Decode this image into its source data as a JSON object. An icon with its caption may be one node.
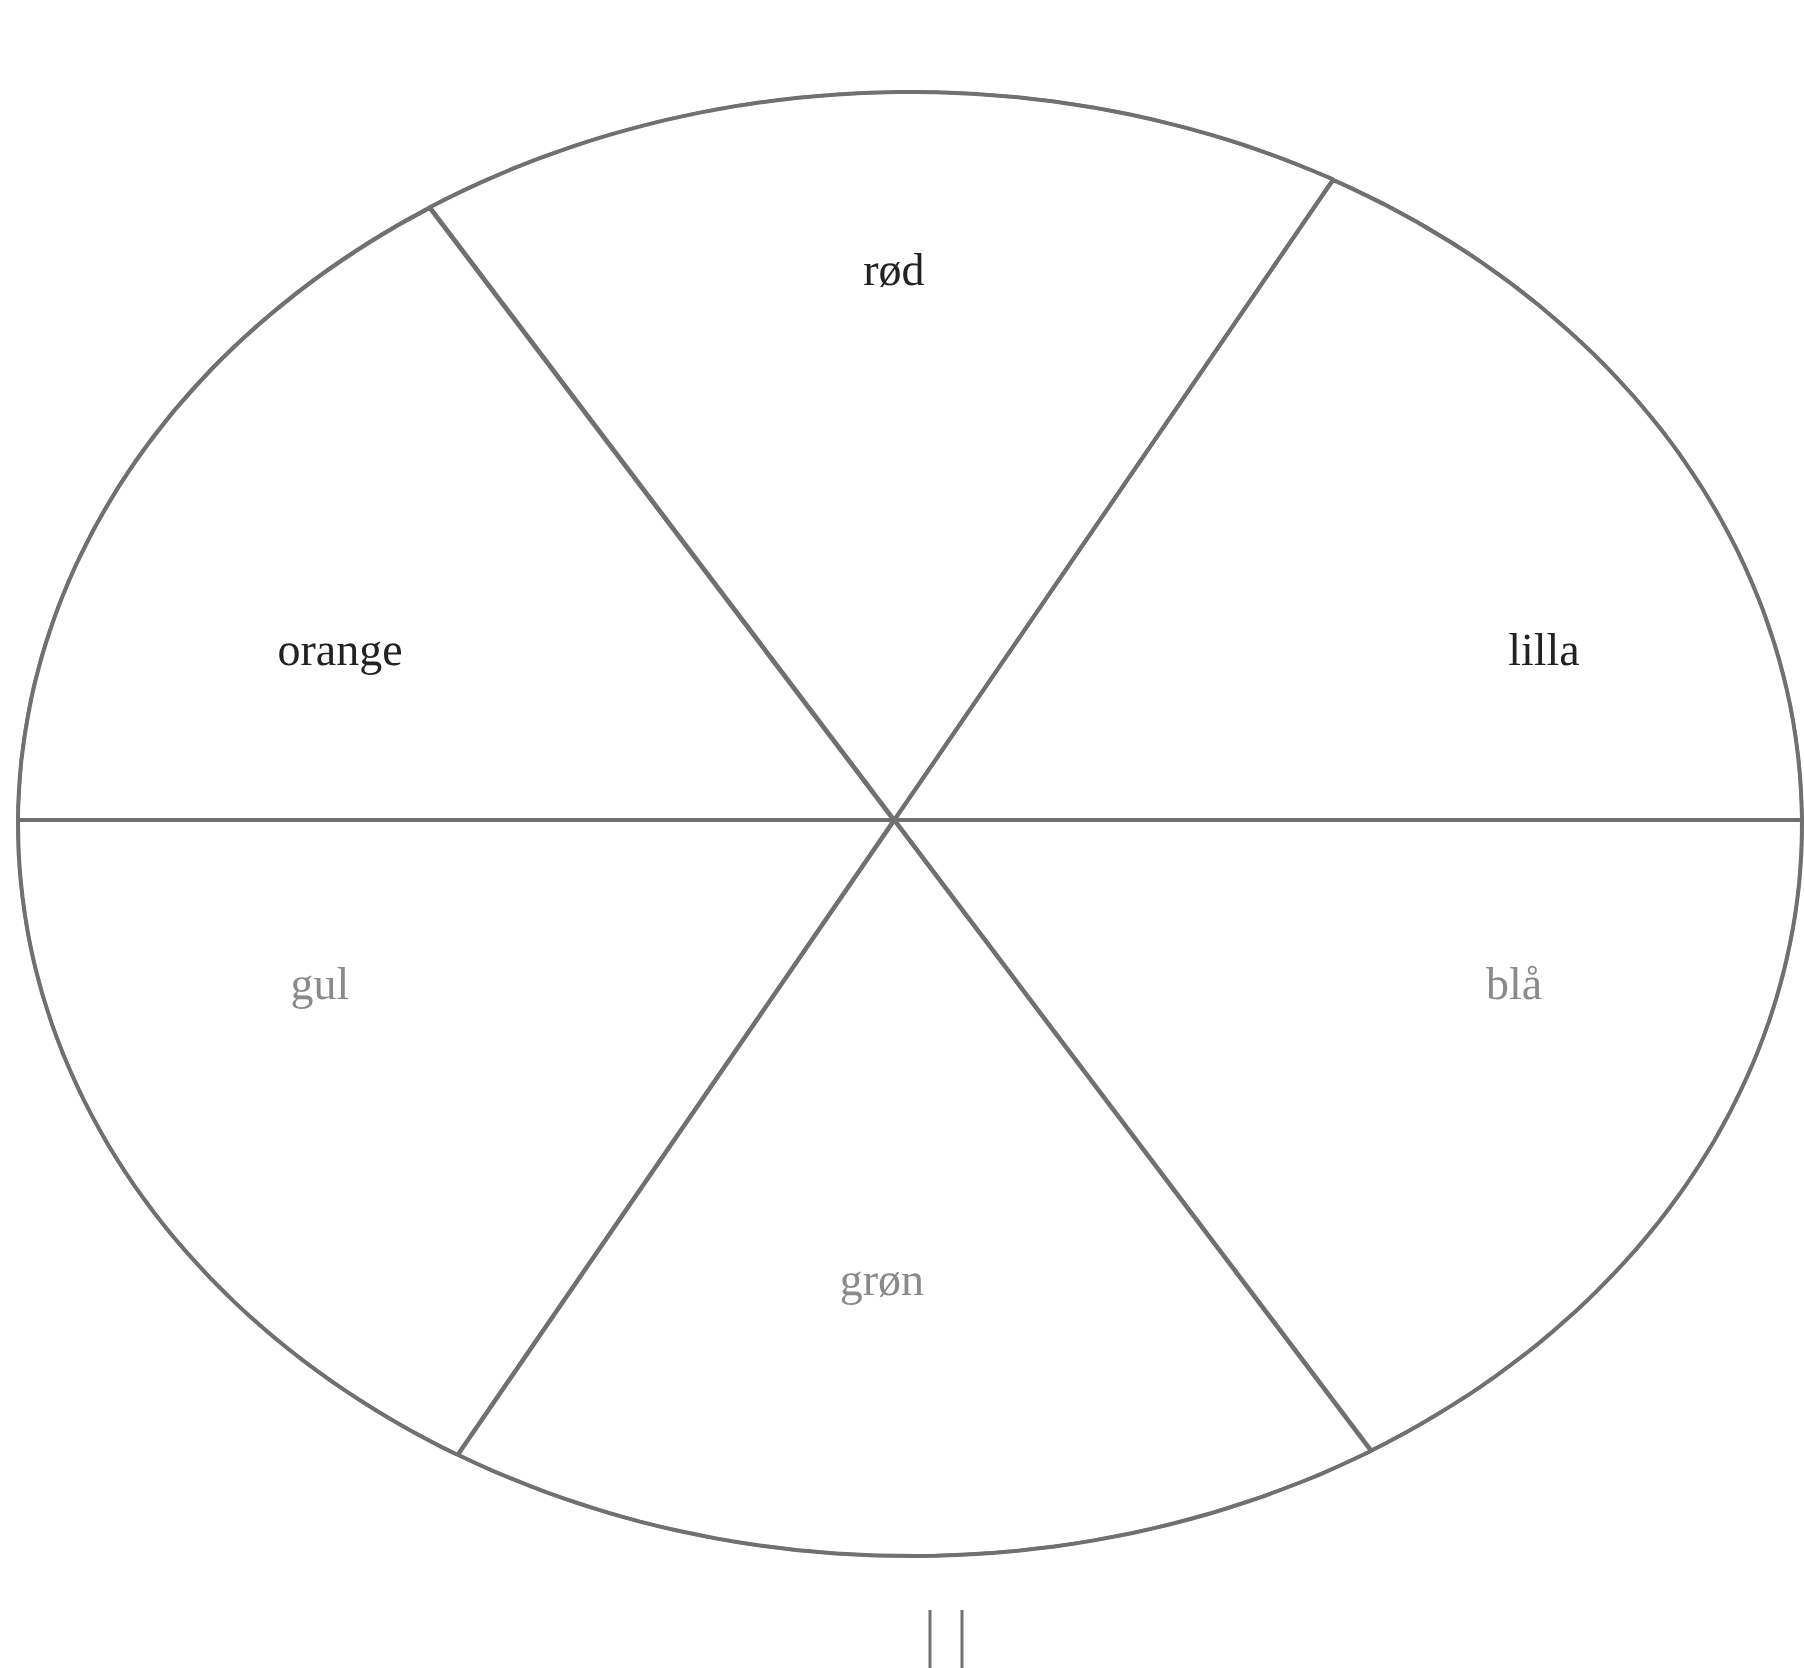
{
  "diagram": {
    "nodes": [
      {
        "text": [],
        "shape": "circle"
      },
      {
        "text": [
          "rød"
        ],
        "in": 0
      },
      {
        "text": [
          "orange"
        ],
        "in": 0
      },
      {
        "text": [
          "lilla"
        ],
        "in": 0
      },
      {
        "text": [
          "gul"
        ],
        "in": 0
      },
      {
        "text": [
          "blå"
        ],
        "in": 0
      },
      {
        "text": [
          "grøn"
        ],
        "in": 0
      }
    ]
  }
}
